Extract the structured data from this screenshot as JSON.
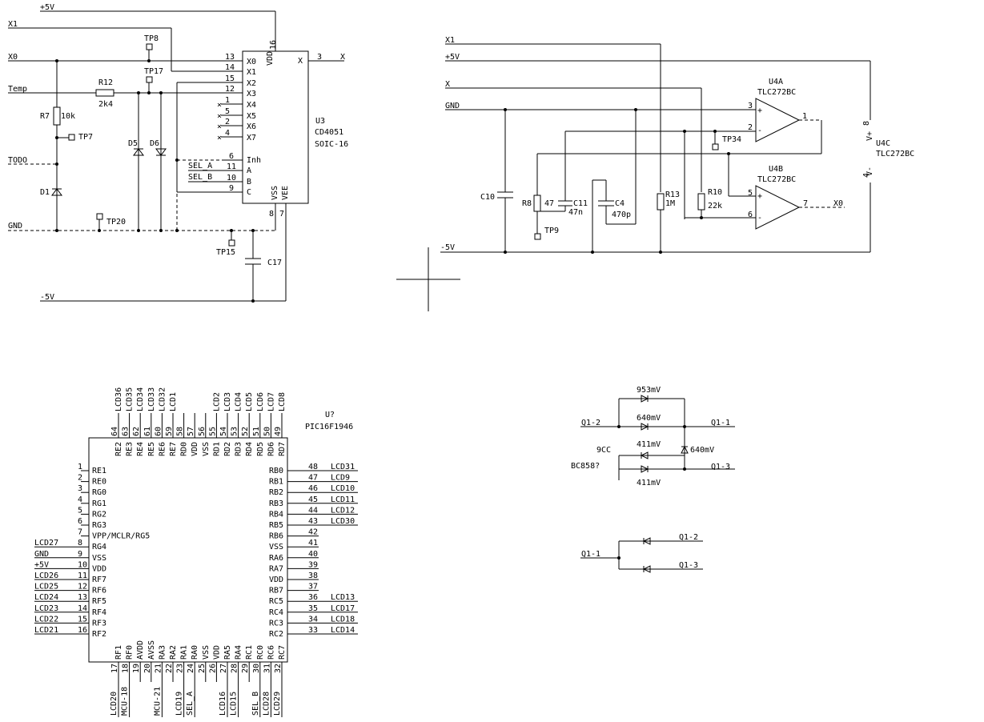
{
  "u3": {
    "ref": "U3",
    "value": "CD4051",
    "pkg": "SOIC-16",
    "vdd": "VDD",
    "vss": "VSS",
    "vee": "VEE",
    "inh": "Inh",
    "a": "A",
    "b": "B",
    "c": "C",
    "x": "X",
    "inputs": [
      [
        "13",
        "X0"
      ],
      [
        "14",
        "X1"
      ],
      [
        "15",
        "X2"
      ],
      [
        "12",
        "X3"
      ],
      [
        "1",
        "X4"
      ],
      [
        "5",
        "X5"
      ],
      [
        "2",
        "X6"
      ],
      [
        "4",
        "X7"
      ]
    ],
    "pins": {
      "vdd": "16",
      "x": "3",
      "inh": "6",
      "a": "11",
      "b": "10",
      "c": "9",
      "vss": "8",
      "vee": "7"
    }
  },
  "left_nets": {
    "p5v": "+5V",
    "x1": "X1",
    "x0": "X0",
    "temp": "Temp",
    "todo": "TODO",
    "gnd": "GND",
    "m5v": "-5V",
    "sela": "SEL_A",
    "selb": "SEL_B",
    "x": "X"
  },
  "left_parts": {
    "r7": "R7",
    "r7v": "10k",
    "r12": "R12",
    "r12v": "2k4",
    "d1": "D1",
    "d5": "D5",
    "d6": "D6",
    "c17": "C17",
    "tp7": "TP7",
    "tp8": "TP8",
    "tp17": "TP17",
    "tp20": "TP20",
    "tp15": "TP15"
  },
  "right_nets": {
    "x1": "X1",
    "p5v": "+5V",
    "x": "X",
    "gnd": "GND",
    "m5v": "-5V",
    "x0": "X0"
  },
  "right_parts": {
    "u4a": "U4A",
    "u4b": "U4B",
    "u4c": "U4C",
    "opamp": "TLC272BC",
    "c10": "C10",
    "r8": "R8",
    "r8v": "47",
    "c11": "C11",
    "c11v": "47n",
    "c4": "C4",
    "c4v": "470p",
    "r13": "R13",
    "r13v": "1M",
    "r10": "R10",
    "r10v": "22k",
    "tp9": "TP9",
    "tp34": "TP34",
    "pins": {
      "a3": "3",
      "a2": "2",
      "a1": "1",
      "b5": "5",
      "b6": "6",
      "b7": "7",
      "c8": "8",
      "c4": "4",
      "vp": "V+",
      "vm": "V-",
      "plus": "+",
      "minus": "-"
    }
  },
  "mcu": {
    "ref": "U?",
    "value": "PIC16F1946",
    "top_pins": [
      [
        "64",
        "RE2",
        "LCD36"
      ],
      [
        "63",
        "RE3",
        "LCD35"
      ],
      [
        "62",
        "RE4",
        "LCD34"
      ],
      [
        "61",
        "RE5",
        "LCD33"
      ],
      [
        "60",
        "RE6",
        "LCD32"
      ],
      [
        "59",
        "RE7",
        "LCD1"
      ],
      [
        "58",
        "RD0",
        ""
      ],
      [
        "57",
        "VDD",
        ""
      ],
      [
        "56",
        "VSS",
        ""
      ],
      [
        "55",
        "RD1",
        "LCD2"
      ],
      [
        "54",
        "RD2",
        "LCD3"
      ],
      [
        "53",
        "RD3",
        "LCD4"
      ],
      [
        "52",
        "RD4",
        "LCD5"
      ],
      [
        "51",
        "RD5",
        "LCD6"
      ],
      [
        "50",
        "RD6",
        "LCD7"
      ],
      [
        "49",
        "RD7",
        "LCD8"
      ]
    ],
    "left_pins": [
      [
        "1",
        "RE1",
        ""
      ],
      [
        "2",
        "RE0",
        ""
      ],
      [
        "3",
        "RG0",
        ""
      ],
      [
        "4",
        "RG1",
        ""
      ],
      [
        "5",
        "RG2",
        ""
      ],
      [
        "6",
        "RG3",
        ""
      ],
      [
        "7",
        "VPP/MCLR/RG5",
        ""
      ],
      [
        "8",
        "RG4",
        "LCD27"
      ],
      [
        "9",
        "VSS",
        "GND"
      ],
      [
        "10",
        "VDD",
        "+5V"
      ],
      [
        "11",
        "RF7",
        "LCD26"
      ],
      [
        "12",
        "RF6",
        "LCD25"
      ],
      [
        "13",
        "RF5",
        "LCD24"
      ],
      [
        "14",
        "RF4",
        "LCD23"
      ],
      [
        "15",
        "RF3",
        "LCD22"
      ],
      [
        "16",
        "RF2",
        "LCD21"
      ]
    ],
    "right_pins": [
      [
        "48",
        "RB0",
        "LCD31"
      ],
      [
        "47",
        "RB1",
        "LCD9"
      ],
      [
        "46",
        "RB2",
        "LCD10"
      ],
      [
        "45",
        "RB3",
        "LCD11"
      ],
      [
        "44",
        "RB4",
        "LCD12"
      ],
      [
        "43",
        "RB5",
        "LCD30"
      ],
      [
        "42",
        "RB6",
        ""
      ],
      [
        "41",
        "VSS",
        ""
      ],
      [
        "40",
        "RA6",
        ""
      ],
      [
        "39",
        "RA7",
        ""
      ],
      [
        "38",
        "VDD",
        ""
      ],
      [
        "37",
        "RB7",
        ""
      ],
      [
        "36",
        "RC5",
        "LCD13"
      ],
      [
        "35",
        "RC4",
        "LCD17"
      ],
      [
        "34",
        "RC3",
        "LCD18"
      ],
      [
        "33",
        "RC2",
        "LCD14"
      ]
    ],
    "bottom_pins": [
      [
        "17",
        "RF1",
        "LCD20"
      ],
      [
        "18",
        "RF0",
        "MCU-18"
      ],
      [
        "19",
        "AVDD",
        ""
      ],
      [
        "20",
        "AVSS",
        ""
      ],
      [
        "21",
        "RA3",
        "MCU-21"
      ],
      [
        "22",
        "RA2",
        ""
      ],
      [
        "23",
        "RA1",
        "LCD19"
      ],
      [
        "24",
        "RA0",
        "SEL_A"
      ],
      [
        "25",
        "VSS",
        ""
      ],
      [
        "26",
        "VDD",
        ""
      ],
      [
        "27",
        "RA5",
        "LCD16"
      ],
      [
        "28",
        "RA4",
        "LCD15"
      ],
      [
        "29",
        "RC1",
        ""
      ],
      [
        "30",
        "RC0",
        "SEL_B"
      ],
      [
        "31",
        "RC6",
        "LCD28"
      ],
      [
        "32",
        "RC7",
        "LCD29"
      ]
    ]
  },
  "bc": {
    "v953": "953mV",
    "v640a": "640mV",
    "v640b": "640mV",
    "v411a": "411mV",
    "v411b": "411mV",
    "label9cc": "9CC",
    "part": "BC858?",
    "q12": "Q1-2",
    "q11": "Q1-1",
    "q13": "Q1-3",
    "q11b": "Q1-1",
    "q12b": "Q1-2",
    "q13b": "Q1-3"
  }
}
